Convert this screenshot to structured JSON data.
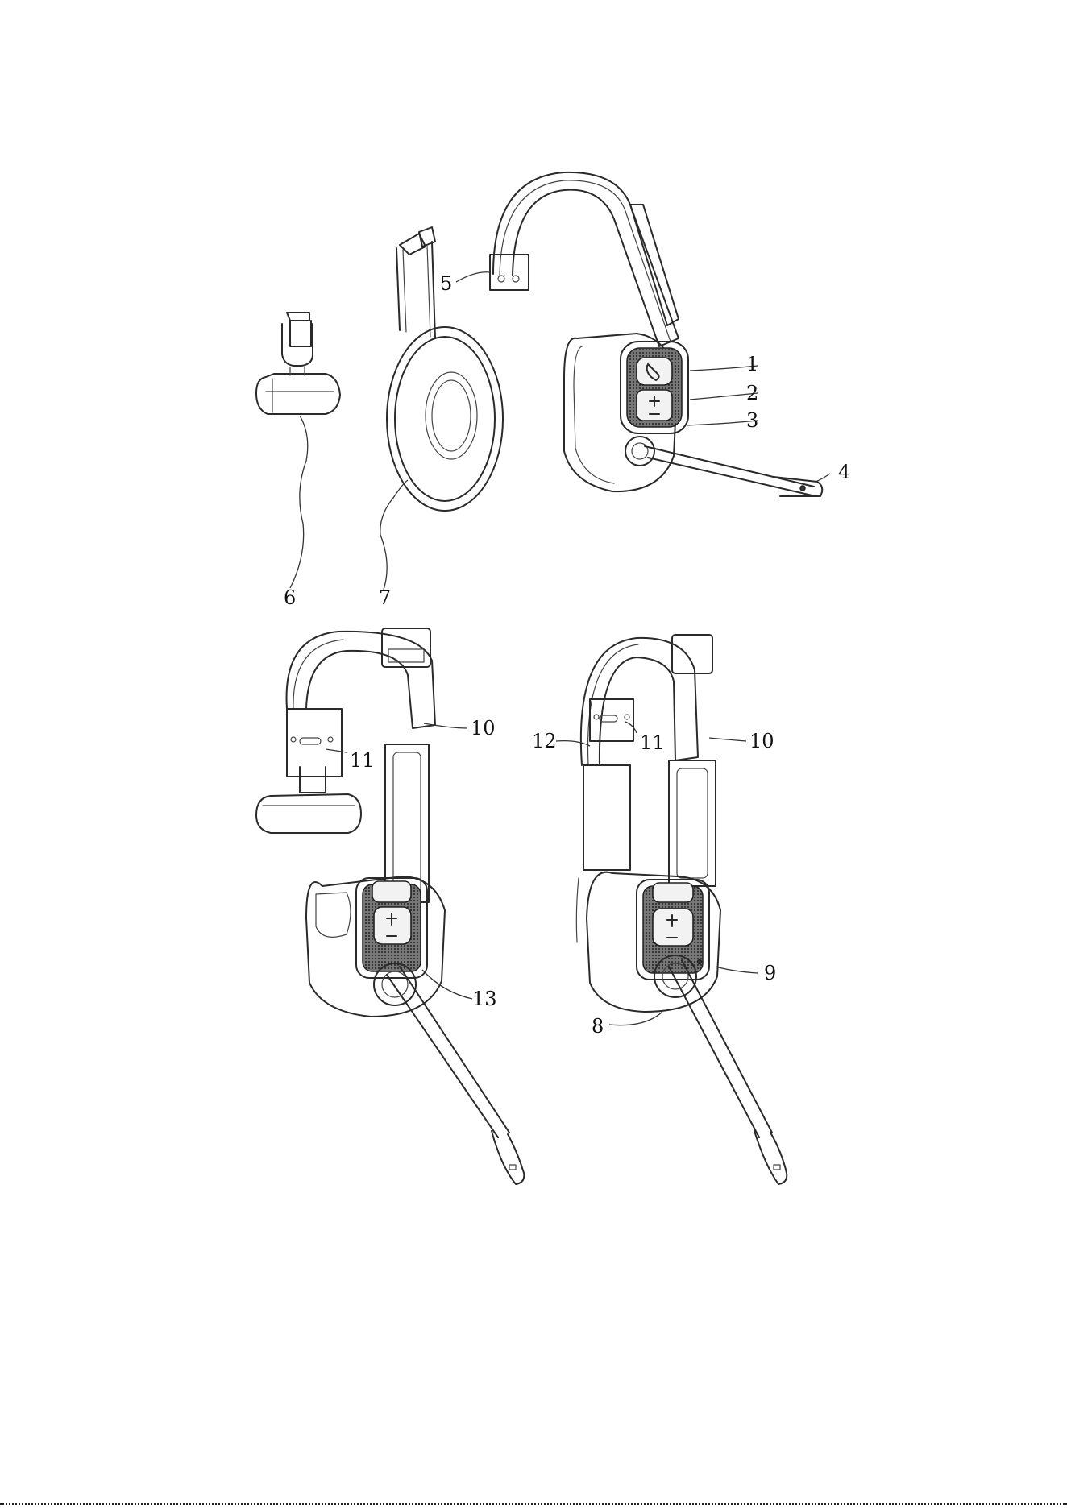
{
  "callouts": {
    "n1": "1",
    "n2": "2",
    "n3": "3",
    "n4": "4",
    "n5": "5",
    "n6": "6",
    "n7": "7",
    "n8": "8",
    "n9": "9",
    "n10a": "10",
    "n10b": "10",
    "n11a": "11",
    "n11b": "11",
    "n12": "12",
    "n13": "13"
  }
}
